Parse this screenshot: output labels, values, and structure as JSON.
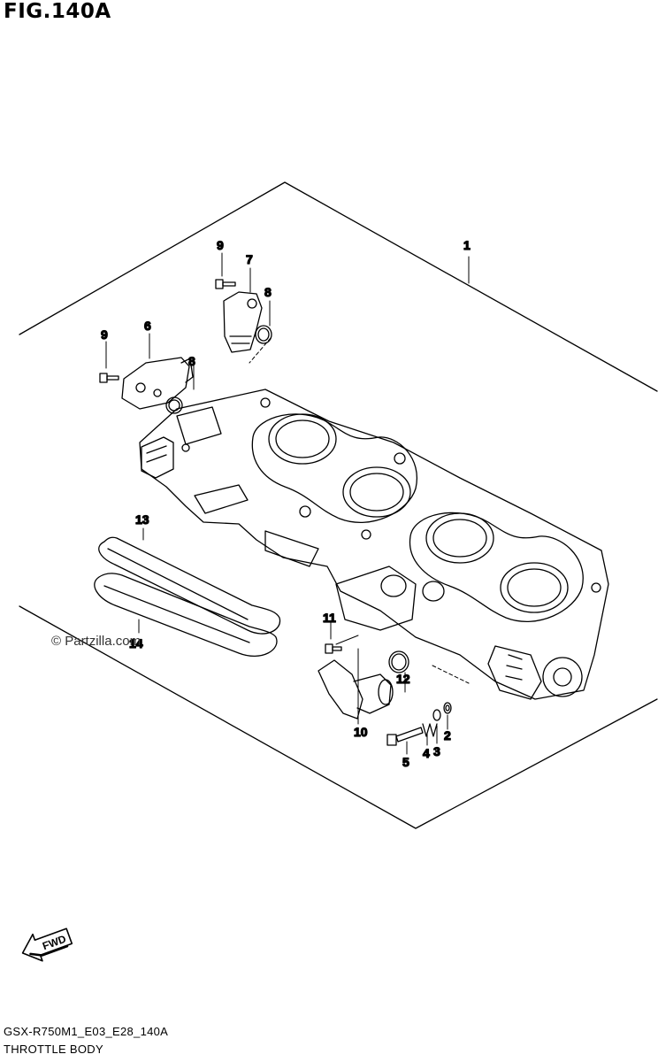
{
  "figure": {
    "title": "FIG.140A"
  },
  "watermark": "© Partzilla.com",
  "footer": {
    "code": "GSX-R750M1_E03_E28_140A",
    "name": "THROTTLE BODY"
  },
  "fwd_label": "FWD",
  "callouts": [
    "1",
    "2",
    "3",
    "4",
    "5",
    "6",
    "7",
    "8",
    "8",
    "9",
    "9",
    "10",
    "11",
    "12",
    "13",
    "14"
  ]
}
